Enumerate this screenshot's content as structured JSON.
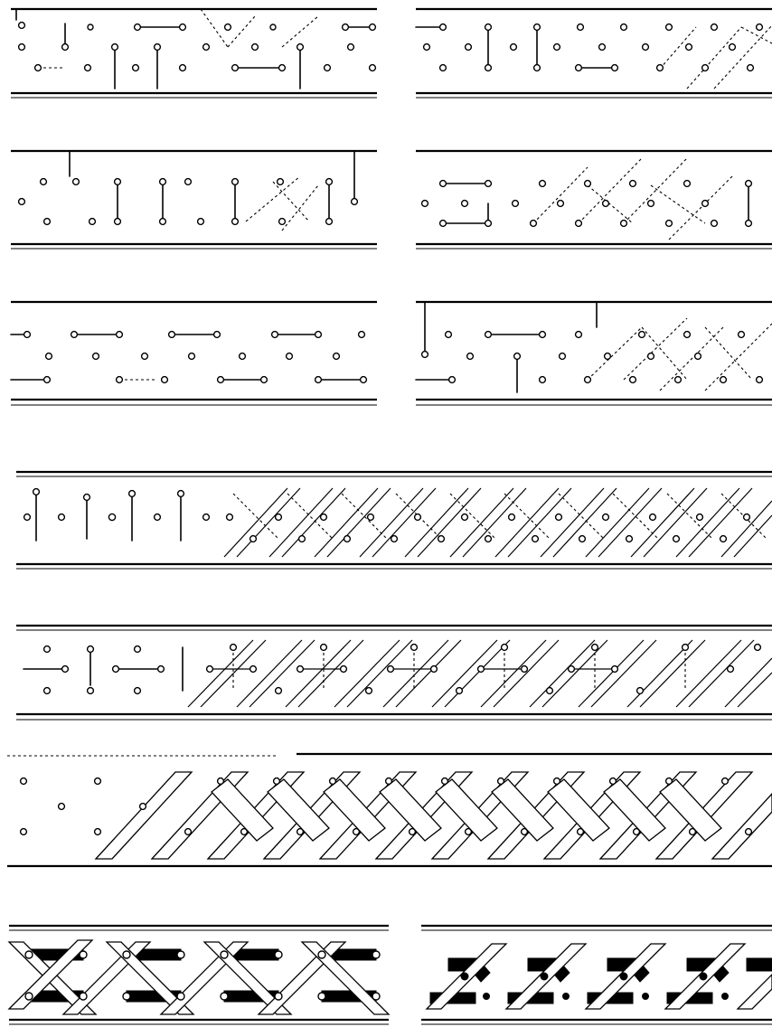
{
  "figure": {
    "kind": "braid-construction-diagram",
    "colors": {
      "ink": "#000000",
      "paper": "#ffffff"
    },
    "panels": [
      {
        "id": "p1",
        "stage": "dots-and-links",
        "density": "sparse"
      },
      {
        "id": "p2",
        "stage": "dots-and-links-diagonal",
        "density": "sparse"
      },
      {
        "id": "p3",
        "stage": "dots-and-links",
        "density": "sparse"
      },
      {
        "id": "p4",
        "stage": "dots-and-links-diagonal",
        "density": "medium"
      },
      {
        "id": "p5",
        "stage": "dots-and-links",
        "density": "sparse"
      },
      {
        "id": "p6",
        "stage": "dots-and-links-diagonal",
        "density": "medium"
      },
      {
        "id": "p7",
        "stage": "transition-to-plait",
        "density": "dense"
      },
      {
        "id": "p8",
        "stage": "transition-to-plait",
        "density": "dense"
      },
      {
        "id": "p9",
        "stage": "plait-with-dots",
        "density": "dense"
      },
      {
        "id": "p10",
        "stage": "finished-plait",
        "density": "solid"
      },
      {
        "id": "p11",
        "stage": "finished-plait-variant",
        "density": "solid"
      }
    ]
  }
}
